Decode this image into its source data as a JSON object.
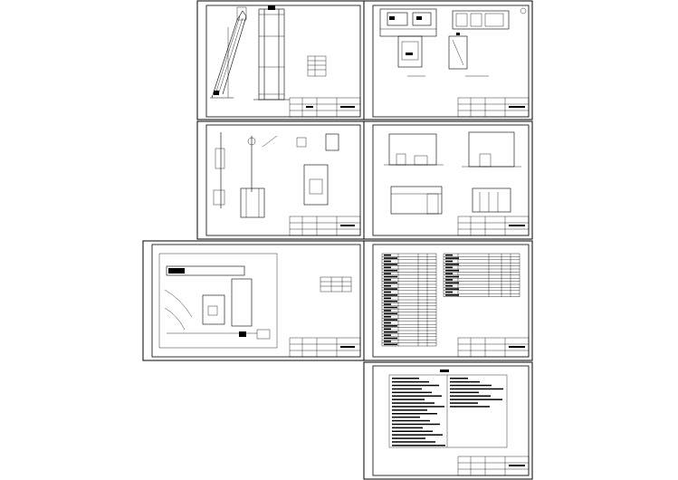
{
  "drawing_set": {
    "sheets": [
      {
        "id": "sheet-1",
        "title_block_text": ""
      },
      {
        "id": "sheet-2",
        "title_block_text": ""
      },
      {
        "id": "sheet-3",
        "title_block_text": ""
      },
      {
        "id": "sheet-4",
        "title_block_text": ""
      },
      {
        "id": "sheet-5",
        "title_block_text": ""
      },
      {
        "id": "sheet-6",
        "title_block_text": ""
      },
      {
        "id": "sheet-7",
        "title_block_text": ""
      }
    ]
  },
  "colors": {
    "line": "#000000",
    "background": "#ffffff"
  }
}
